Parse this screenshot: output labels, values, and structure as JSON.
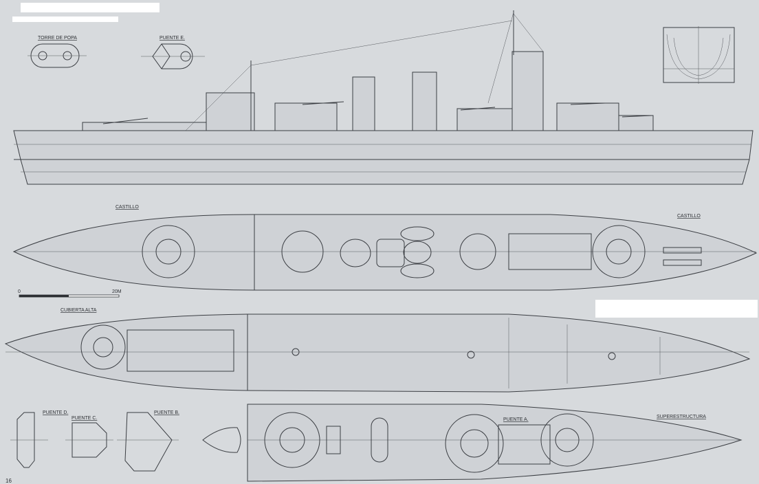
{
  "labels": {
    "torre_de_popa": "TORRE DE POPA",
    "puente_e": "PUENTE E.",
    "castillo_left": "CASTILLO",
    "castillo_right": "CASTILLO",
    "scale_zero": "0",
    "scale_twenty": "20M",
    "cubierta_alta": "CUBIERTA ALTA",
    "puente_d": "PUENTE D.",
    "puente_c": "PUENTE C.",
    "puente_b": "PUENTE B.",
    "puente_a": "PUENTE A.",
    "superestructura": "SUPERESTRUCTURA",
    "page_number": "16"
  },
  "colors": {
    "paper": "#d7dadd",
    "ink": "#3a3d42"
  }
}
